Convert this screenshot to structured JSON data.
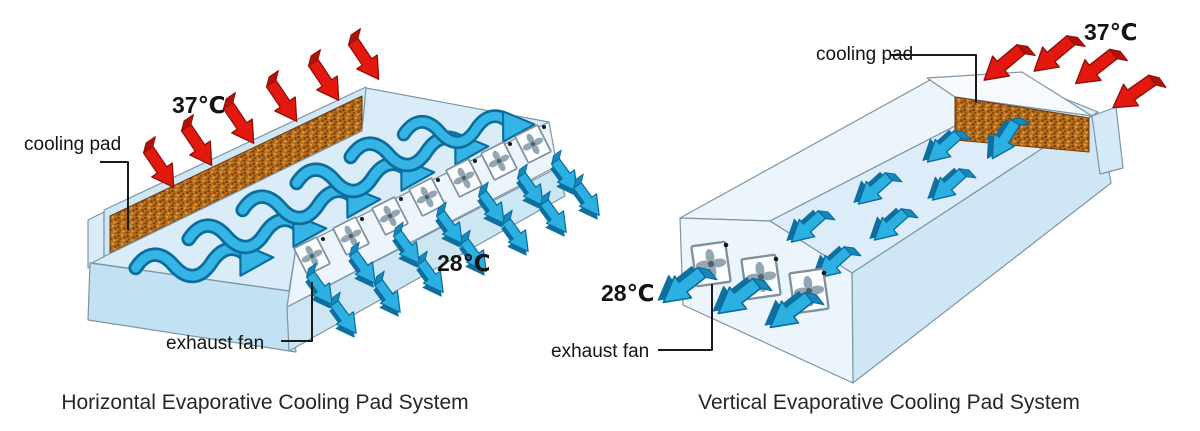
{
  "page": {
    "background": "#ffffff"
  },
  "diagrams": [
    {
      "id": "horizontal",
      "caption": "Horizontal Evaporative Cooling Pad System",
      "labels": {
        "cooling_pad": "cooling pad",
        "exhaust_fan": "exhaust fan"
      },
      "temperatures": {
        "inlet": "37℃",
        "outlet": "28℃"
      },
      "visible_counts": {
        "hot_air_arrows": 6,
        "interior_wave_arrows": 6,
        "exit_air_arrows": 14,
        "exhaust_fans": 7
      }
    },
    {
      "id": "vertical",
      "caption": "Vertical Evaporative Cooling Pad System",
      "labels": {
        "cooling_pad": "cooling pad",
        "exhaust_fan": "exhaust fan"
      },
      "temperatures": {
        "inlet": "37℃",
        "outlet": "28℃"
      },
      "visible_counts": {
        "hot_air_arrows": 4,
        "roof_wave_arrows": 7,
        "exit_air_arrows": 3,
        "exhaust_fans": 3
      }
    }
  ],
  "colors": {
    "hot_air_arrow": "#e3190f",
    "cool_air_arrow": "#2cb0e2",
    "cool_air_outline": "#0c6d9c",
    "building_light": "#ebf5fb",
    "building_mid": "#cfe7f5",
    "cooling_pad_brown": "#b8701e",
    "outline": "#7d95a4",
    "label_text": "#141414",
    "caption_text": "#262626"
  }
}
